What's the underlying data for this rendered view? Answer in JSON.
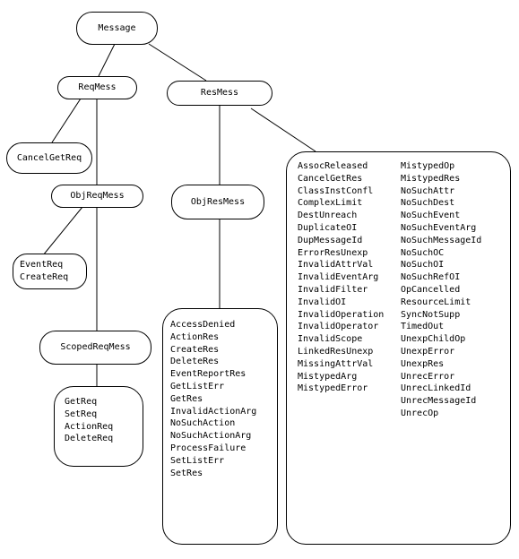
{
  "nodes": {
    "message": "Message",
    "reqmess": "ReqMess",
    "resmess": "ResMess",
    "cancelgetreq": "CancelGetReq",
    "objreqmess": "ObjReqMess",
    "objresmess": "ObjResMess",
    "scopedreqmess": "ScopedReqMess"
  },
  "lists": {
    "obj_req_items": [
      "EventReq",
      "CreateReq"
    ],
    "scoped_req_items": [
      "GetReq",
      "SetReq",
      "ActionReq",
      "DeleteReq"
    ],
    "obj_res_items": [
      "AccessDenied",
      "ActionRes",
      "CreateRes",
      "DeleteRes",
      "EventReportRes",
      "GetListErr",
      "GetRes",
      "InvalidActionArg",
      "NoSuchAction",
      "NoSuchActionArg",
      "ProcessFailure",
      "SetListErr",
      "SetRes"
    ],
    "res_items_col1": [
      "AssocReleased",
      "CancelGetRes",
      "ClassInstConfl",
      "ComplexLimit",
      "DestUnreach",
      "DuplicateOI",
      "DupMessageId",
      "ErrorResUnexp",
      "InvalidAttrVal",
      "InvalidEventArg",
      "InvalidFilter",
      "InvalidOI",
      "InvalidOperation",
      "InvalidOperator",
      "InvalidScope",
      "LinkedResUnexp",
      "MissingAttrVal",
      "MistypedArg",
      "MistypedError"
    ],
    "res_items_col2": [
      "MistypedOp",
      "MistypedRes",
      "NoSuchAttr",
      "NoSuchDest",
      "NoSuchEvent",
      "NoSuchEventArg",
      "NoSuchMessageId",
      "NoSuchOC",
      "NoSuchOI",
      "NoSuchRefOI",
      "OpCancelled",
      "ResourceLimit",
      "SyncNotSupp",
      "TimedOut",
      "UnexpChildOp",
      "UnexpError",
      "UnexpRes",
      "UnrecError",
      "UnrecLinkedId",
      "UnrecMessageId",
      "UnrecOp"
    ]
  }
}
